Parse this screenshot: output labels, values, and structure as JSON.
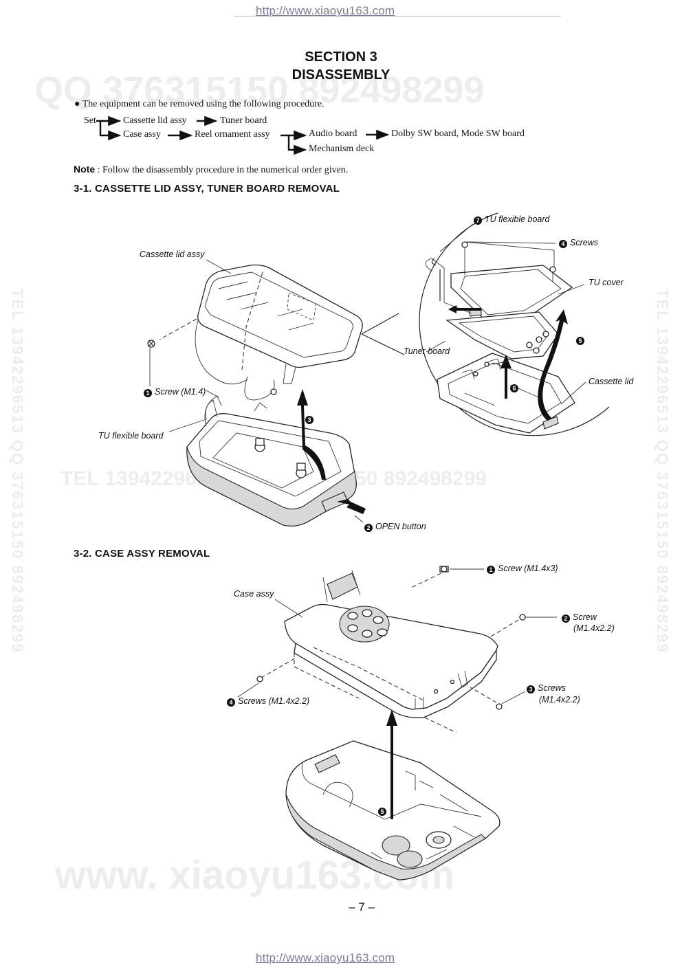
{
  "header_url": "http://www.xiaoyu163.com",
  "footer_url": "http://www.xiaoyu163.com",
  "watermarks": {
    "top": "QQ 376315150  892498299",
    "middle": "TEL 13942296513  QQ 376315150  892498299",
    "bottom": "www. xiaoyu163.com",
    "left_vertical": "TEL 13942296513  QQ 376315150  892498299",
    "right_vertical": "TEL 13942296513  QQ 376315150  892498299"
  },
  "section": {
    "line1": "SECTION 3",
    "line2": "DISASSEMBLY"
  },
  "procedure": {
    "intro": "The equipment can be removed using the following procedure.",
    "set": "Set",
    "cassette_lid_assy": "Cassette lid assy",
    "tuner_board": "Tuner board",
    "case_assy": "Case assy",
    "reel_ornament_assy": "Reel ornament assy",
    "audio_board": "Audio board",
    "dolby_mode": "Dolby SW board, Mode SW board",
    "mechanism_deck": "Mechanism deck"
  },
  "note": {
    "label": "Note",
    "text": " : Follow the disassembly procedure in the numerical order given."
  },
  "section_3_1": {
    "heading": "3-1. CASSETTE LID ASSY, TUNER BOARD REMOVAL",
    "labels": {
      "cassette_lid_assy": "Cassette lid assy",
      "screw_m14": "Screw (M1.4)",
      "tu_flexible_board": "TU flexible board",
      "open_button": "OPEN button",
      "tu_flexible_board_detail": "TU flexible board",
      "screws": "Screws",
      "tu_cover": "TU cover",
      "tuner_board": "Tuner board",
      "cassette_lid": "Cassette lid"
    },
    "steps": {
      "s1": "1",
      "s2": "2",
      "s3": "3",
      "s4": "4",
      "s5": "5",
      "s6": "6",
      "s7": "7"
    }
  },
  "section_3_2": {
    "heading": "3-2. CASE ASSY REMOVAL",
    "labels": {
      "case_assy": "Case assy",
      "screw_1": "Screw (M1.4x3)",
      "screw_2_a": "Screw",
      "screw_2_b": "(M1.4x2.2)",
      "screws_3_a": "Screws",
      "screws_3_b": "(M1.4x2.2)",
      "screws_4": "Screws (M1.4x2.2)"
    },
    "steps": {
      "s1": "1",
      "s2": "2",
      "s3": "3",
      "s4": "4",
      "s5": "5"
    }
  },
  "page_number": "– 7 –"
}
